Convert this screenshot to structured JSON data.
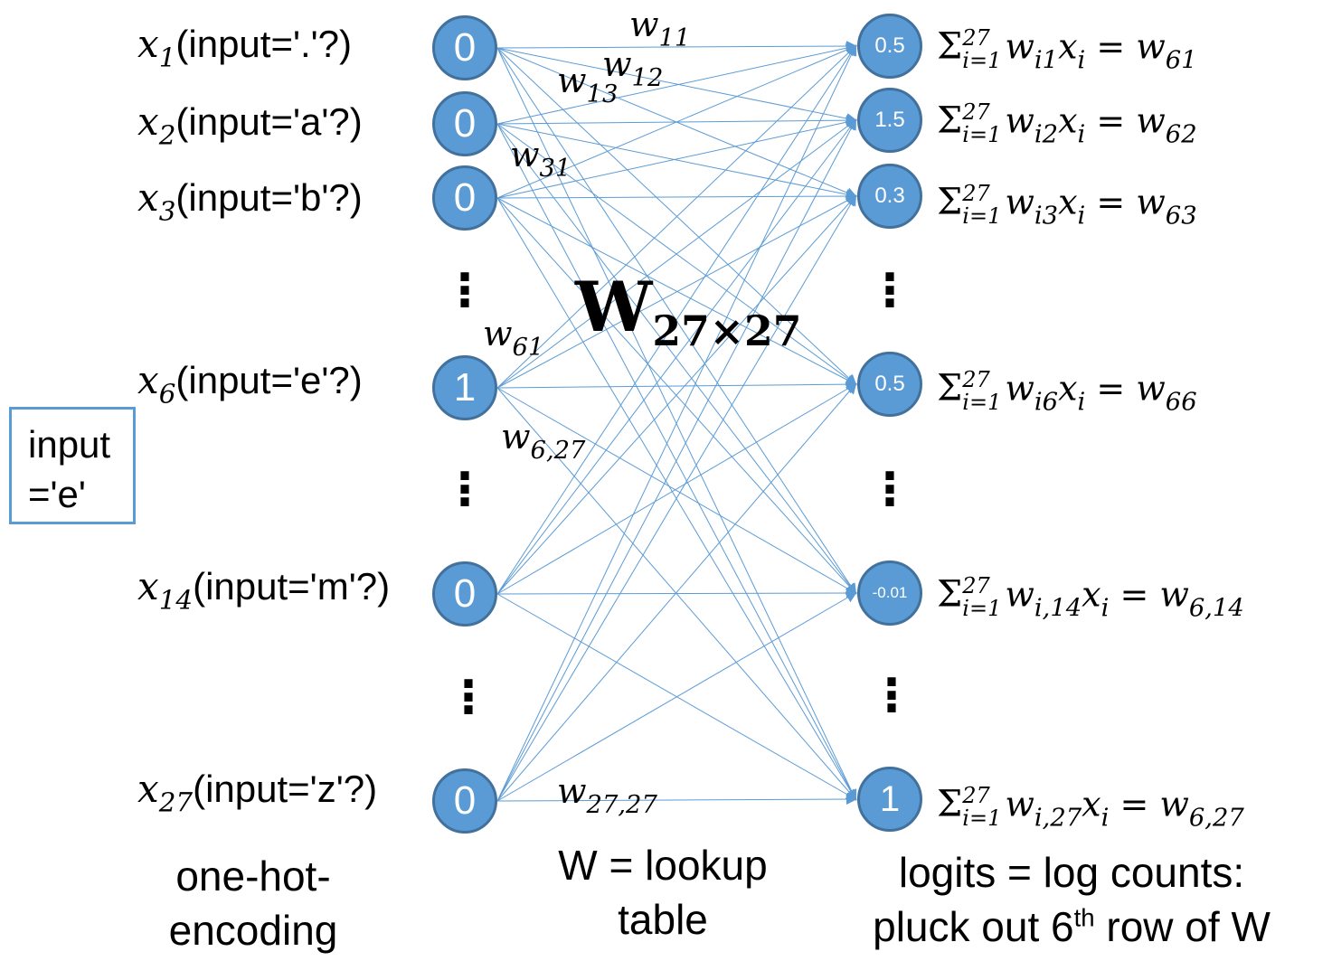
{
  "inputs": [
    {
      "sub": "1",
      "text": "(input='.'?)",
      "value": "0"
    },
    {
      "sub": "2",
      "text": "(input='a'?)",
      "value": "0"
    },
    {
      "sub": "3",
      "text": "(input='b'?)",
      "value": "0"
    },
    {
      "sub": "6",
      "text": "(input='e'?)",
      "value": "1"
    },
    {
      "sub": "14",
      "text": "(input='m'?)",
      "value": "0"
    },
    {
      "sub": "27",
      "text": "(input='z'?)",
      "value": "0"
    }
  ],
  "outputs": [
    {
      "value": "0.5",
      "idx": "1",
      "rhs": "61"
    },
    {
      "value": "1.5",
      "idx": "2",
      "rhs": "62"
    },
    {
      "value": "0.3",
      "idx": "3",
      "rhs": "63"
    },
    {
      "value": "0.5",
      "idx": "6",
      "rhs": "66"
    },
    {
      "value": "-0.01",
      "idx": ",14",
      "rhs": "6,14"
    },
    {
      "value": "1",
      "idx": ",27",
      "rhs": "6,27"
    }
  ],
  "sum": {
    "upper": "27",
    "lower": "i=1"
  },
  "weights": {
    "w11": "11",
    "w12": "12",
    "w13": "13",
    "w31": "31",
    "w61": "61",
    "w627": "6,27",
    "w2727": "27,27"
  },
  "matrix": {
    "symbol": "W",
    "sub": "27×27"
  },
  "input_box": {
    "line1": "input",
    "line2": "='e'"
  },
  "captions": {
    "left_1": "one-hot-",
    "left_2": "encoding",
    "mid_1": "W = lookup",
    "mid_2": "table",
    "right_1": "logits = log counts:",
    "right_2_a": "pluck out 6",
    "right_2_sup": "th",
    "right_2_b": " row of W"
  },
  "colors": {
    "node_fill": "#5b9bd5",
    "node_border": "#41719c",
    "edge": "#5b9bd5",
    "box_border": "#5b9bd5"
  }
}
